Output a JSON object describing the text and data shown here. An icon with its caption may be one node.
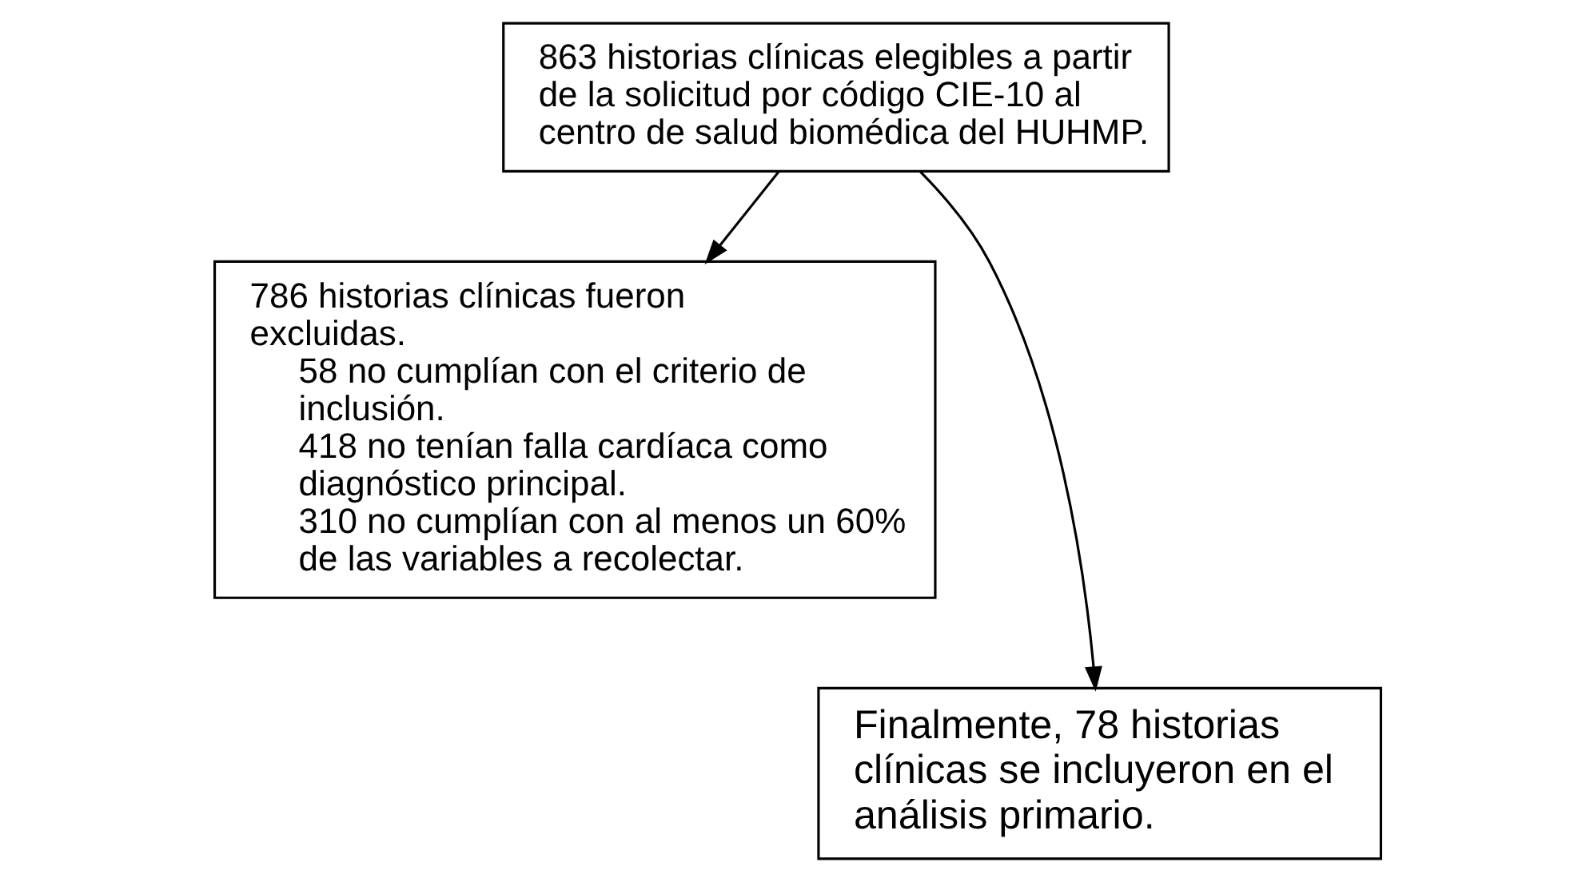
{
  "diagram": {
    "nodes": [
      {
        "text": [
          "863 historias clínicas elegibles a partir de la solicitud por código CIE-10 al centro de salud biomédica del HUHMP."
        ]
      },
      {
        "text": [
          "786 historias clínicas fueron excluidas.",
          "58 no cumplían con el criterio de inclusión.",
          "418 no tenían falla cardíaca como diagnóstico principal.",
          "310 no cumplían con al menos un 60% de las variables a recolectar."
        ]
      },
      {
        "text": [
          "Finalmente, 78 historias clínicas se incluyeron en el análisis primario."
        ]
      }
    ],
    "edges": [
      {
        "from": 0,
        "to": 1,
        "arrow": "to"
      },
      {
        "from": 0,
        "to": 2,
        "arrow": "to"
      }
    ]
  }
}
